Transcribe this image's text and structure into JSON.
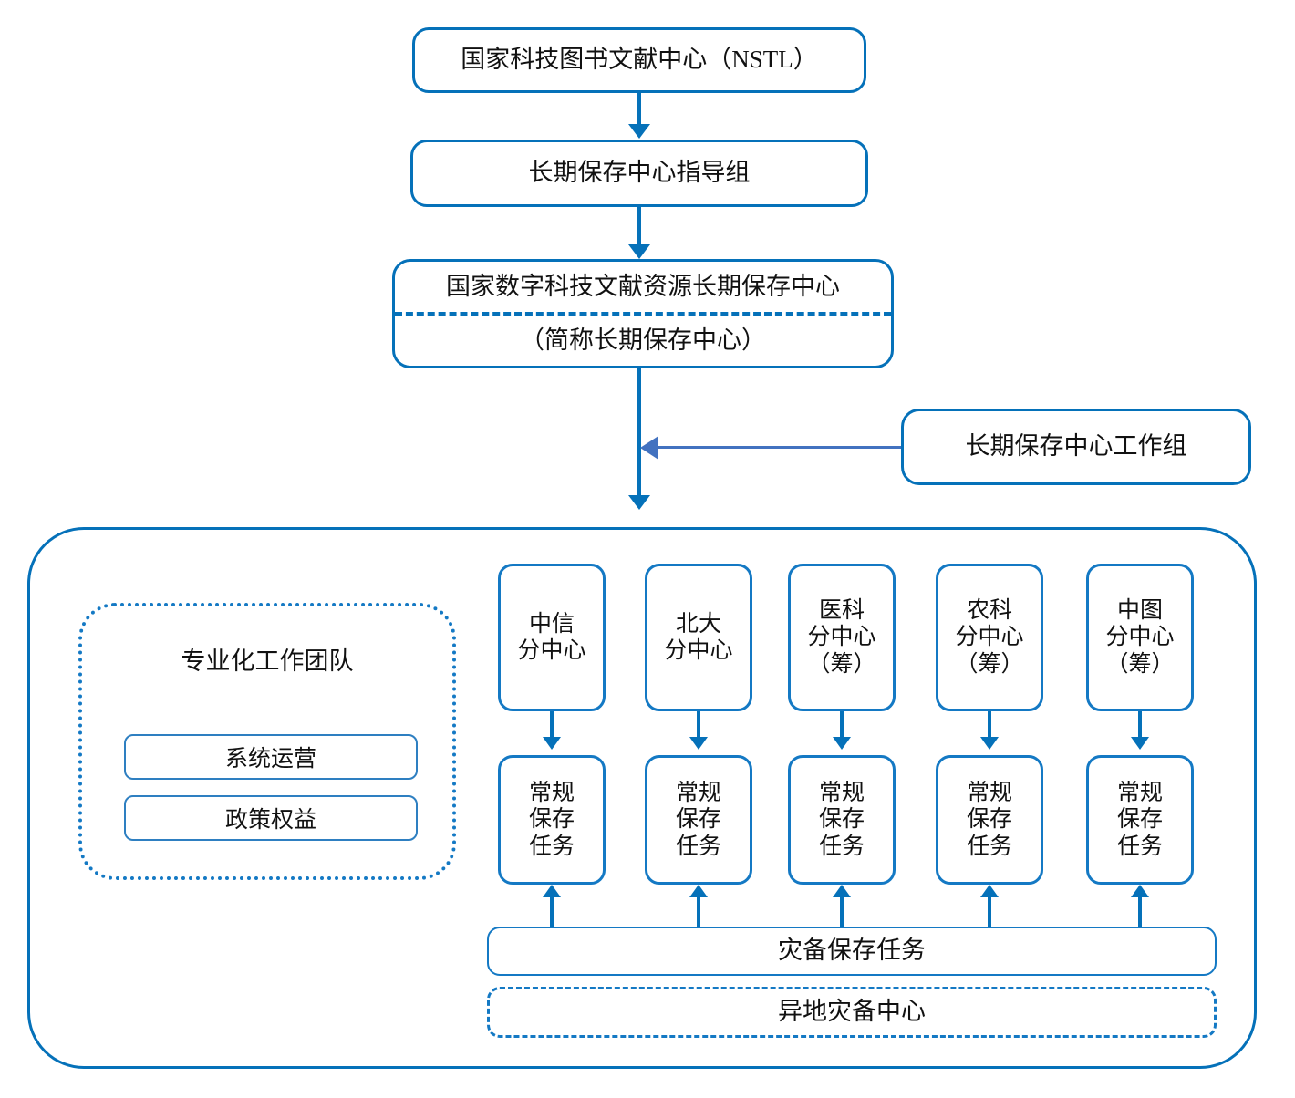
{
  "diagram": {
    "title_chain": {
      "nstl": "国家科技图书文献中心（NSTL）",
      "guidance_group": "长期保存中心指导组",
      "center_full_name": "国家数字科技文献资源长期保存中心",
      "center_short_name": "（简称长期保存中心）",
      "work_group": "长期保存中心工作组"
    },
    "team_group": {
      "title": "专业化工作团队",
      "items": [
        {
          "label": "系统运营"
        },
        {
          "label": "政策权益"
        }
      ]
    },
    "sub_centers": [
      {
        "label": "中信\n分中心",
        "task": "常规\n保存\n任务"
      },
      {
        "label": "北大\n分中心",
        "task": "常规\n保存\n任务"
      },
      {
        "label": "医科\n分中心\n（筹）",
        "task": "常规\n保存\n任务"
      },
      {
        "label": "农科\n分中心\n（筹）",
        "task": "常规\n保存\n任务"
      },
      {
        "label": "中图\n分中心\n（筹）",
        "task": "常规\n保存\n任务"
      }
    ],
    "bottom": {
      "disaster_recovery_task": "灾备保存任务",
      "offsite_center": "异地灾备中心"
    },
    "colors": {
      "box_border": "#0571b9",
      "node_border": "#1479c4",
      "arrow_vertical": "#0571b9",
      "arrow_horizontal": "#4272c0",
      "text": "#111111",
      "background": "#ffffff"
    }
  }
}
